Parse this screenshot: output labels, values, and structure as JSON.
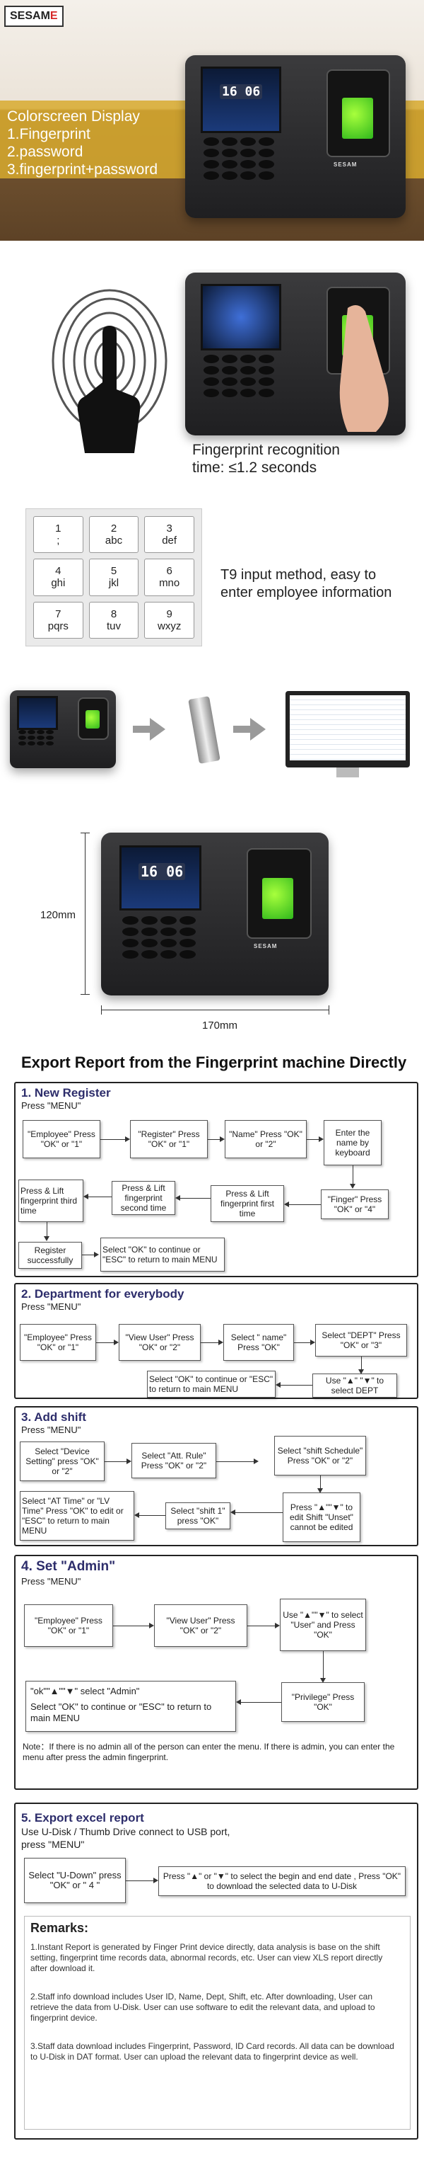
{
  "brand": {
    "logo_text": "SESAM",
    "logo_accent": "E",
    "device_label": "SESAM"
  },
  "hero": {
    "lines": [
      "Colorscreen Display",
      "1.Fingerprint",
      "2.password",
      "3.fingerprint+password"
    ],
    "clock": "16 06"
  },
  "recognition": {
    "line1": "Fingerprint recognition",
    "line2": "time: ≤1.2 seconds"
  },
  "t9": {
    "caption_line1": "T9 input method, easy to",
    "caption_line2": "enter employee information",
    "keys": [
      {
        "num": "1",
        "sub": ";"
      },
      {
        "num": "2",
        "sub": "abc"
      },
      {
        "num": "3",
        "sub": "def"
      },
      {
        "num": "4",
        "sub": "ghi"
      },
      {
        "num": "5",
        "sub": "jkl"
      },
      {
        "num": "6",
        "sub": "mno"
      },
      {
        "num": "7",
        "sub": "pqrs"
      },
      {
        "num": "8",
        "sub": "tuv"
      },
      {
        "num": "9",
        "sub": "wxyz"
      }
    ]
  },
  "dimensions": {
    "height": "120mm",
    "width": "170mm",
    "clock": "16 06"
  },
  "export_title": "Export  Report from the Fingerprint machine Directly",
  "sec1": {
    "title": "1.     New Register",
    "press": "Press \"MENU\"",
    "b1": "\"Employee\" Press \"OK\" or \"1\"",
    "b2": "\"Register\" Press \"OK\" or \"1\"",
    "b3": "\"Name\" Press \"OK\" or \"2\"",
    "b4": "Enter the name by keyboard",
    "b5": "\"Finger\" Press \"OK\" or \"4\"",
    "b6": "Press & Lift fingerprint first time",
    "b7": "Press & Lift fingerprint second time",
    "b8": "Press & Lift fingerprint third time",
    "b9": "Register successfully",
    "b10": "Select \"OK\" to  continue or \"ESC\" to return to main MENU"
  },
  "sec2": {
    "title": "2. Department for everybody",
    "press": "Press \"MENU\"",
    "b1": "\"Employee\" Press \"OK\" or \"1\"",
    "b2": "\"View User\" Press \"OK\" or \"2\"",
    "b3": "Select \" name\" Press \"OK\"",
    "b4": "Select \"DEPT\" Press \"OK\" or \"3\"",
    "b5": "Use \"▲\"  \"▼\" to select DEPT",
    "b6": "Select \"OK\" to  continue or \"ESC\" to return to main MENU"
  },
  "sec3": {
    "title": "3. Add shift",
    "press": "Press \"MENU\"",
    "b1": "Select \"Device Setting\" press \"OK\" or \"2\"",
    "b2": "Select \"Att. Rule\"  Press \"OK\" or \"2\"",
    "b3": "Select \"shift Schedule\" Press \"OK\" or \"2\"",
    "b4": "Press \"▲\"\"▼\" to edit Shift \"Unset\" cannot be edited",
    "b5": "Select \"shift 1\" press \"OK\"",
    "b6": "Select \"AT Time\" or \"LV Time\" Press \"OK\" to edit or \"ESC\" to return to main MENU"
  },
  "sec4": {
    "title": "4. Set \"Admin\"",
    "press": "Press \"MENU\"",
    "b1": "\"Employee\" Press \"OK\" or \"1\"",
    "b2": "\"View User\" Press \"OK\" or \"2\"",
    "b3": "Use \"▲\"\"▼\" to select \"User\" and Press \"OK\"",
    "b4": "\"Privilege\" Press \"OK\"",
    "b5a": "\"ok\"\"▲\"\"▼\" select  \"Admin\"",
    "b5b": "Select \"OK\" to continue or \"ESC\" to return to main MENU",
    "note": "Note：If there is no admin all of the person can enter the menu. If there is admin, you can enter the menu after press the admin fingerprint."
  },
  "sec5": {
    "title": "5. Export excel report",
    "line1": "Use U-Disk / Thumb Drive connect to USB port,",
    "line2": "press \"MENU\"",
    "b1": "Select \"U-Down\" press \"OK\" or \" 4 \"",
    "b2": "Press \"▲\" or \"▼\" to select the begin and end date , Press  \"OK\" to download the selected data to U-Disk"
  },
  "remarks": {
    "title": "Remarks:",
    "items": [
      "1.Instant Report is generated by Finger Print device directly, data analysis is base on the shift setting, fingerprint time records data, abnormal records, etc. User can view XLS report directly after download it.",
      "2.Staff info download includes User ID, Name, Dept, Shift, etc. After downloading, User can retrieve the data from U-Disk. User can use software to edit the relevant data, and upload to fingerprint device.",
      "3.Staff data download includes Fingerprint, Password, ID Card records. All data can be download to U-Disk in DAT format. User can upload the relevant data to fingerprint device as well."
    ]
  }
}
